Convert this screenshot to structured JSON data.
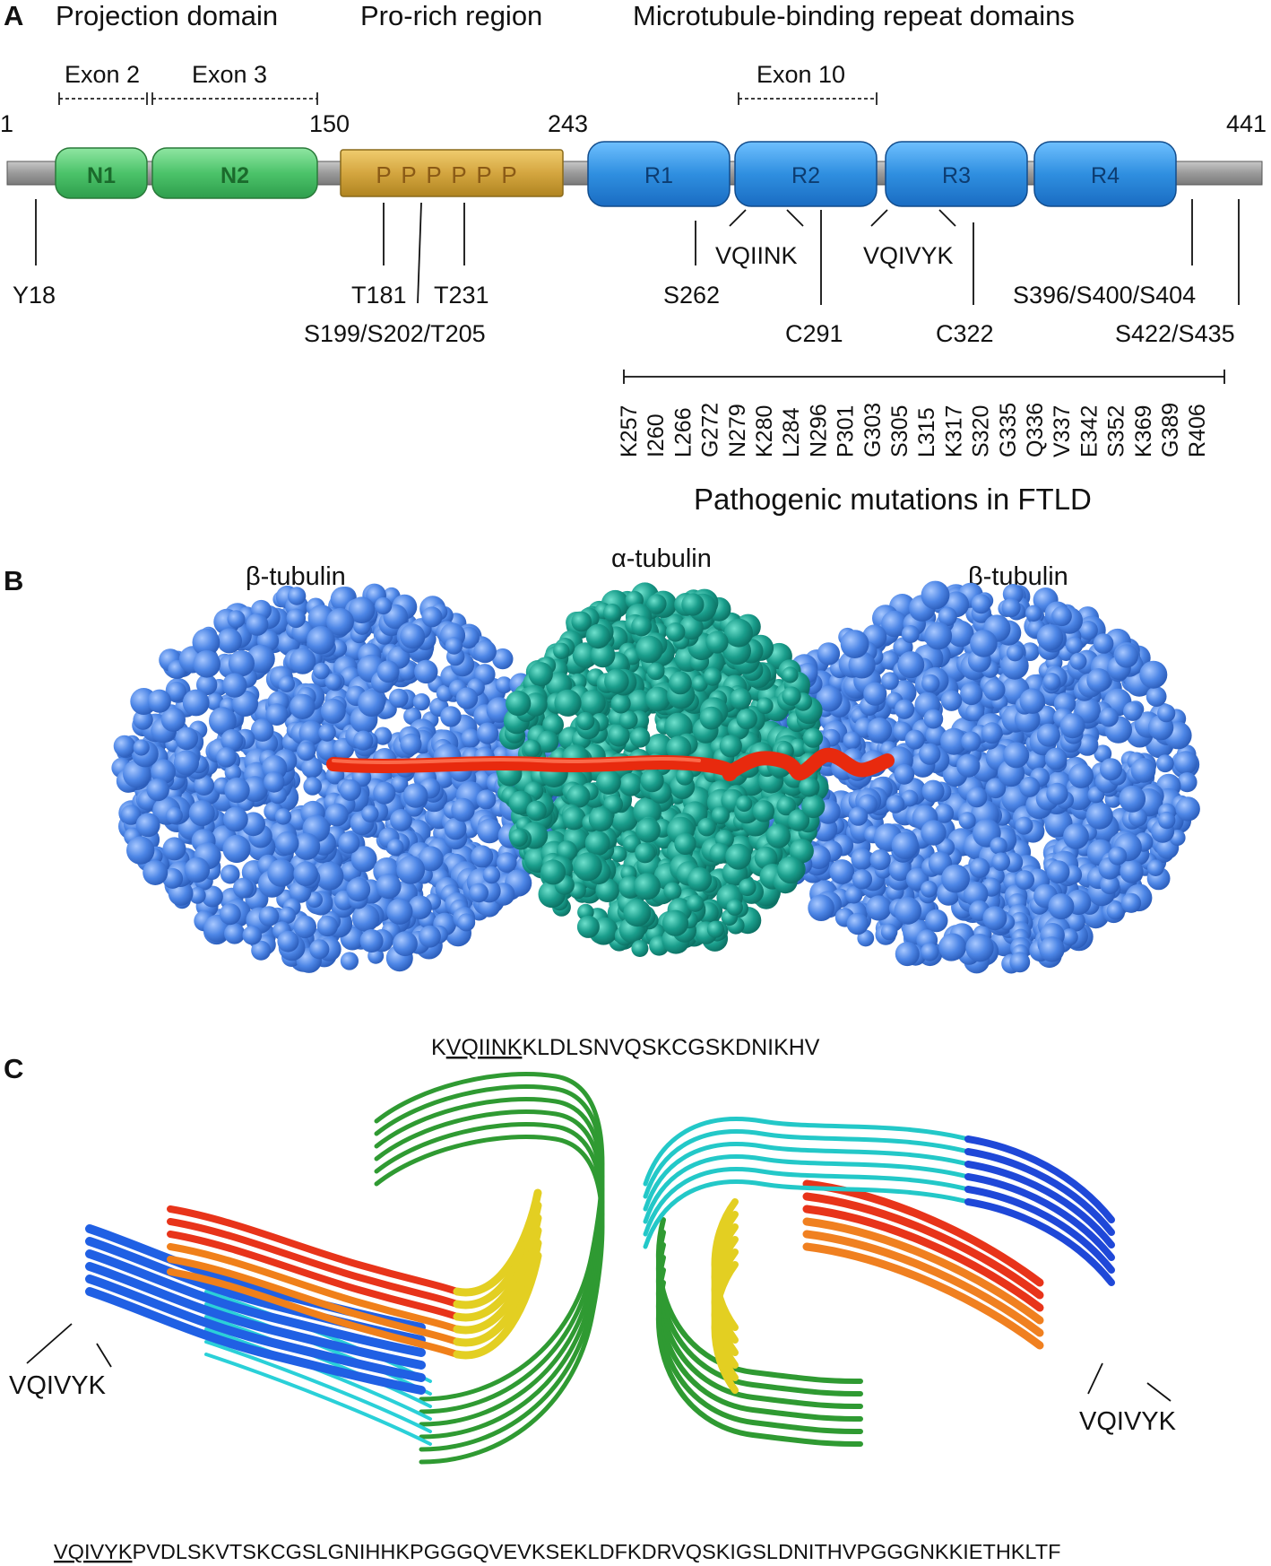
{
  "panel_a": {
    "panel_label": "A",
    "header_projection": "Projection domain",
    "header_prorich": "Pro-rich region",
    "header_mtbr": "Microtubule-binding repeat domains",
    "exon2": "Exon 2",
    "exon3": "Exon 3",
    "exon10": "Exon 10",
    "pos_1": "1",
    "pos_150": "150",
    "pos_243": "243",
    "pos_441": "441",
    "domains": {
      "n1": "N1",
      "n2": "N2",
      "prorich_ps": [
        "P",
        "P",
        "P",
        "P",
        "P",
        "P"
      ],
      "r1": "R1",
      "r2": "R2",
      "r3": "R3",
      "r4": "R4"
    },
    "sites": {
      "y18": "Y18",
      "t181": "T181",
      "s199": "S199/S202/T205",
      "t231": "T231",
      "s262": "S262",
      "vqiink": "VQIINK",
      "c291": "C291",
      "vqivyk": "VQIVYK",
      "c322": "C322",
      "s396": "S396/S400/S404",
      "s422": "S422/S435"
    },
    "mutations": [
      "K257",
      "I260",
      "L266",
      "G272",
      "N279",
      "K280",
      "L284",
      "N296",
      "P301",
      "G303",
      "S305",
      "L315",
      "K317",
      "S320",
      "G335",
      "Q336",
      "V337",
      "E342",
      "S352",
      "K369",
      "G389",
      "R406"
    ],
    "mutations_caption": "Pathogenic mutations in FTLD",
    "colors": {
      "green": "#4cc36a",
      "gold": "#d4a640",
      "blue": "#2f8fe0",
      "linker": "#9a9a9a"
    }
  },
  "panel_b": {
    "panel_label": "B",
    "beta_left": "β-tubulin",
    "alpha": "α-tubulin",
    "beta_right": "β-tubulin",
    "colors": {
      "beta": "#4d86e6",
      "alpha": "#1a9e8c",
      "tau": "#f02a10"
    }
  },
  "panel_c": {
    "panel_label": "C",
    "seq_top_underlined": "VQIINK",
    "seq_top_prefix": "K",
    "seq_top_rest": "KLDLSNVQSKCGSKDNIKHV",
    "label_left": "VQIVYK",
    "label_right": "VQIVYK",
    "seq_bottom_underlined": "VQIVYK",
    "seq_bottom_rest": "PVDLSKVTSKCGSLGNIHHKPGGGQVEVKSEKLDFKDRVQSKIGSLDNITHVPGGGNKKIETHKLTF"
  }
}
